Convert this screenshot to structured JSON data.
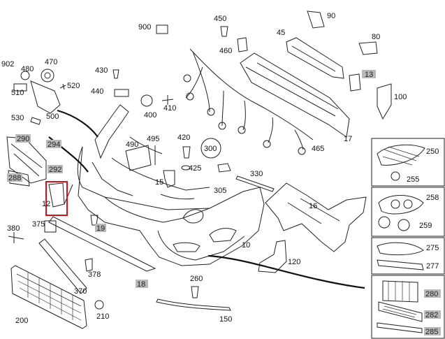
{
  "diagram": {
    "part_labels": {
      "p902": "902",
      "p480": "480",
      "p470": "470",
      "p510": "510",
      "p520": "520",
      "p500": "500",
      "p530": "530",
      "p290": "290",
      "p294": "294",
      "p292": "292",
      "p288": "288",
      "p12": "12",
      "p375": "375",
      "p380": "380",
      "p19": "19",
      "p378": "378",
      "p370": "370",
      "p200": "200",
      "p210": "210",
      "p18": "18",
      "p260": "260",
      "p150": "150",
      "p430": "430",
      "p440": "440",
      "p400": "400",
      "p410": "410",
      "p490": "490",
      "p495": "495",
      "p420": "420",
      "p425": "425",
      "p15": "15",
      "p900": "900",
      "p450": "450",
      "p460": "460",
      "p300": "300",
      "p305": "305",
      "p330": "330",
      "p465": "465",
      "p16": "16",
      "p10": "10",
      "p120": "120",
      "p90": "90",
      "p45": "45",
      "p80": "80",
      "p13": "13",
      "p100": "100",
      "p17": "17",
      "p250": "250",
      "p255": "255",
      "p258": "258",
      "p259": "259",
      "p275": "275",
      "p277": "277",
      "p280": "280",
      "p282": "282",
      "p285": "285"
    }
  }
}
